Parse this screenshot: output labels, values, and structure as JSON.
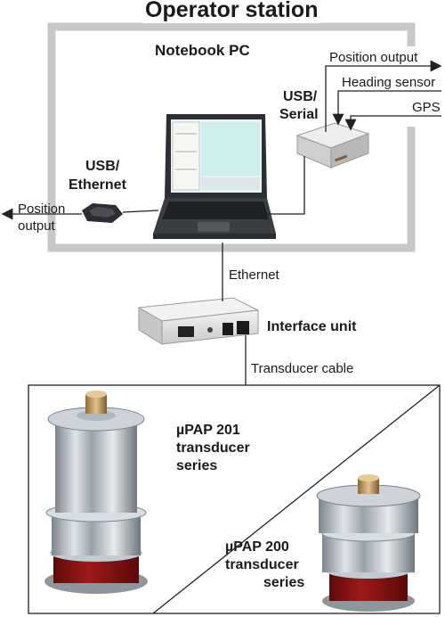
{
  "title": "Operator station",
  "notebook_label": "Notebook PC",
  "usb_serial_label": [
    "USB/",
    "Serial"
  ],
  "usb_ethernet_label": [
    "USB/",
    "Ethernet"
  ],
  "position_output_top": "Position output",
  "heading_sensor": "Heading sensor",
  "gps": "GPS",
  "position_output_left": [
    "Position",
    "output"
  ],
  "ethernet": "Ethernet",
  "interface_unit": "Interface unit",
  "transducer_cable": "Transducer cable",
  "upap201": [
    "µPAP 201",
    "transducer",
    "series"
  ],
  "upap200": [
    "µPAP 200",
    "transducer",
    "series"
  ],
  "colors": {
    "frame": "#c8c8c8",
    "line": "#222222",
    "metal": "#a9b1b8",
    "red": "#8a1212"
  }
}
